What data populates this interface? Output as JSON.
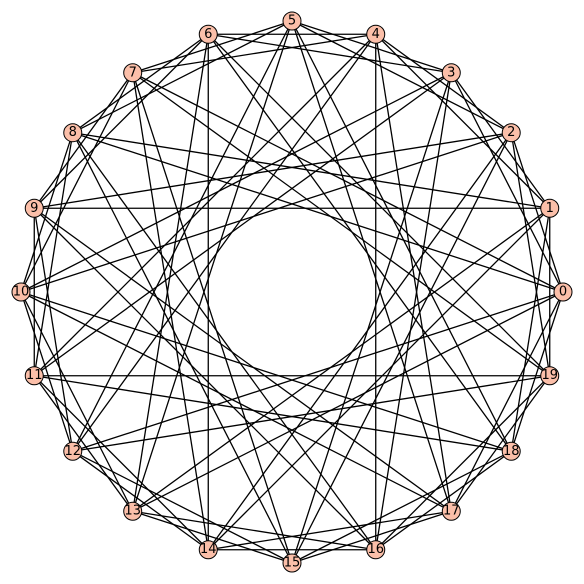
{
  "graph": {
    "node_fill": "#fbbfa9",
    "node_stroke": "#000000",
    "edge_color": "#000000",
    "background": "#ffffff",
    "nodes": [
      "0",
      "1",
      "2",
      "3",
      "4",
      "5",
      "6",
      "7",
      "8",
      "9",
      "10",
      "11",
      "12",
      "13",
      "14",
      "15",
      "16",
      "17",
      "18",
      "19"
    ],
    "edges": [
      [
        0,
        2
      ],
      [
        0,
        3
      ],
      [
        0,
        7
      ],
      [
        0,
        8
      ],
      [
        0,
        12
      ],
      [
        0,
        13
      ],
      [
        0,
        17
      ],
      [
        0,
        18
      ],
      [
        1,
        3
      ],
      [
        1,
        4
      ],
      [
        1,
        8
      ],
      [
        1,
        9
      ],
      [
        1,
        13
      ],
      [
        1,
        14
      ],
      [
        1,
        18
      ],
      [
        1,
        19
      ],
      [
        2,
        4
      ],
      [
        2,
        5
      ],
      [
        2,
        9
      ],
      [
        2,
        10
      ],
      [
        2,
        14
      ],
      [
        2,
        15
      ],
      [
        2,
        19
      ],
      [
        3,
        5
      ],
      [
        3,
        6
      ],
      [
        3,
        10
      ],
      [
        3,
        11
      ],
      [
        3,
        15
      ],
      [
        3,
        16
      ],
      [
        4,
        6
      ],
      [
        4,
        7
      ],
      [
        4,
        11
      ],
      [
        4,
        12
      ],
      [
        4,
        16
      ],
      [
        4,
        17
      ],
      [
        5,
        7
      ],
      [
        5,
        8
      ],
      [
        5,
        12
      ],
      [
        5,
        13
      ],
      [
        5,
        17
      ],
      [
        5,
        18
      ],
      [
        6,
        8
      ],
      [
        6,
        9
      ],
      [
        6,
        13
      ],
      [
        6,
        14
      ],
      [
        6,
        18
      ],
      [
        6,
        19
      ],
      [
        7,
        9
      ],
      [
        7,
        10
      ],
      [
        7,
        14
      ],
      [
        7,
        15
      ],
      [
        7,
        19
      ],
      [
        8,
        10
      ],
      [
        8,
        11
      ],
      [
        8,
        15
      ],
      [
        8,
        16
      ],
      [
        9,
        11
      ],
      [
        9,
        12
      ],
      [
        9,
        16
      ],
      [
        9,
        17
      ],
      [
        10,
        12
      ],
      [
        10,
        13
      ],
      [
        10,
        17
      ],
      [
        10,
        18
      ],
      [
        11,
        13
      ],
      [
        11,
        14
      ],
      [
        11,
        18
      ],
      [
        11,
        19
      ],
      [
        12,
        14
      ],
      [
        12,
        15
      ],
      [
        12,
        19
      ],
      [
        13,
        15
      ],
      [
        13,
        16
      ],
      [
        14,
        16
      ],
      [
        14,
        17
      ],
      [
        15,
        17
      ],
      [
        15,
        18
      ],
      [
        16,
        18
      ],
      [
        16,
        19
      ],
      [
        17,
        19
      ]
    ]
  }
}
